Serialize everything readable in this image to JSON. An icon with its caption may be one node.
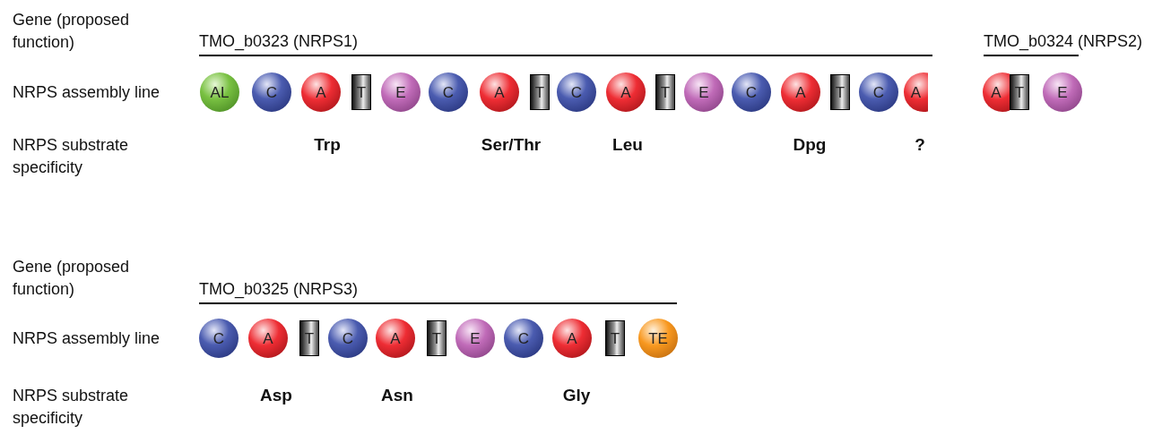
{
  "diagram": {
    "nodes": [
      {
        "text": [
          "AL"
        ]
      },
      {
        "text": [
          "C"
        ]
      },
      {
        "text": [
          "A"
        ]
      },
      {
        "text": [
          "T"
        ]
      },
      {
        "text": [
          "E"
        ]
      },
      {
        "text": [
          "C"
        ]
      },
      {
        "text": [
          "A"
        ]
      },
      {
        "text": [
          "T"
        ]
      },
      {
        "text": [
          "C"
        ]
      },
      {
        "text": [
          "A"
        ]
      },
      {
        "text": [
          "T"
        ]
      },
      {
        "text": [
          "E"
        ]
      },
      {
        "text": [
          "C"
        ]
      },
      {
        "text": [
          "A"
        ]
      },
      {
        "text": [
          "T"
        ]
      },
      {
        "text": [
          "C"
        ]
      },
      {
        "text": [
          "A"
        ]
      },
      {
        "text": [
          "A"
        ]
      },
      {
        "text": [
          "T"
        ]
      },
      {
        "text": [
          "E"
        ]
      },
      {
        "text": [
          "C"
        ]
      },
      {
        "text": [
          "A"
        ]
      },
      {
        "text": [
          "T"
        ]
      },
      {
        "text": [
          "C"
        ]
      },
      {
        "text": [
          "A"
        ]
      },
      {
        "text": [
          "T"
        ]
      },
      {
        "text": [
          "E"
        ]
      },
      {
        "text": [
          "C"
        ]
      },
      {
        "text": [
          "A"
        ]
      },
      {
        "text": [
          "T"
        ]
      },
      {
        "text": [
          "TE"
        ]
      }
    ],
    "labels": [
      "Gene (proposed function)",
      "TMO_b0323 (NRPS1)",
      "TMO_b0324 (NRPS2)",
      "NRPS assembly line",
      "NRPS substrate specificity",
      "Trp",
      "Ser/Thr",
      "Leu",
      "Dpg",
      "?",
      "Gene (proposed function)",
      "TMO_b0325 (NRPS3)",
      "NRPS assembly line",
      "NRPS substrate specificity",
      "Asp",
      "Asn",
      "Gly"
    ]
  }
}
